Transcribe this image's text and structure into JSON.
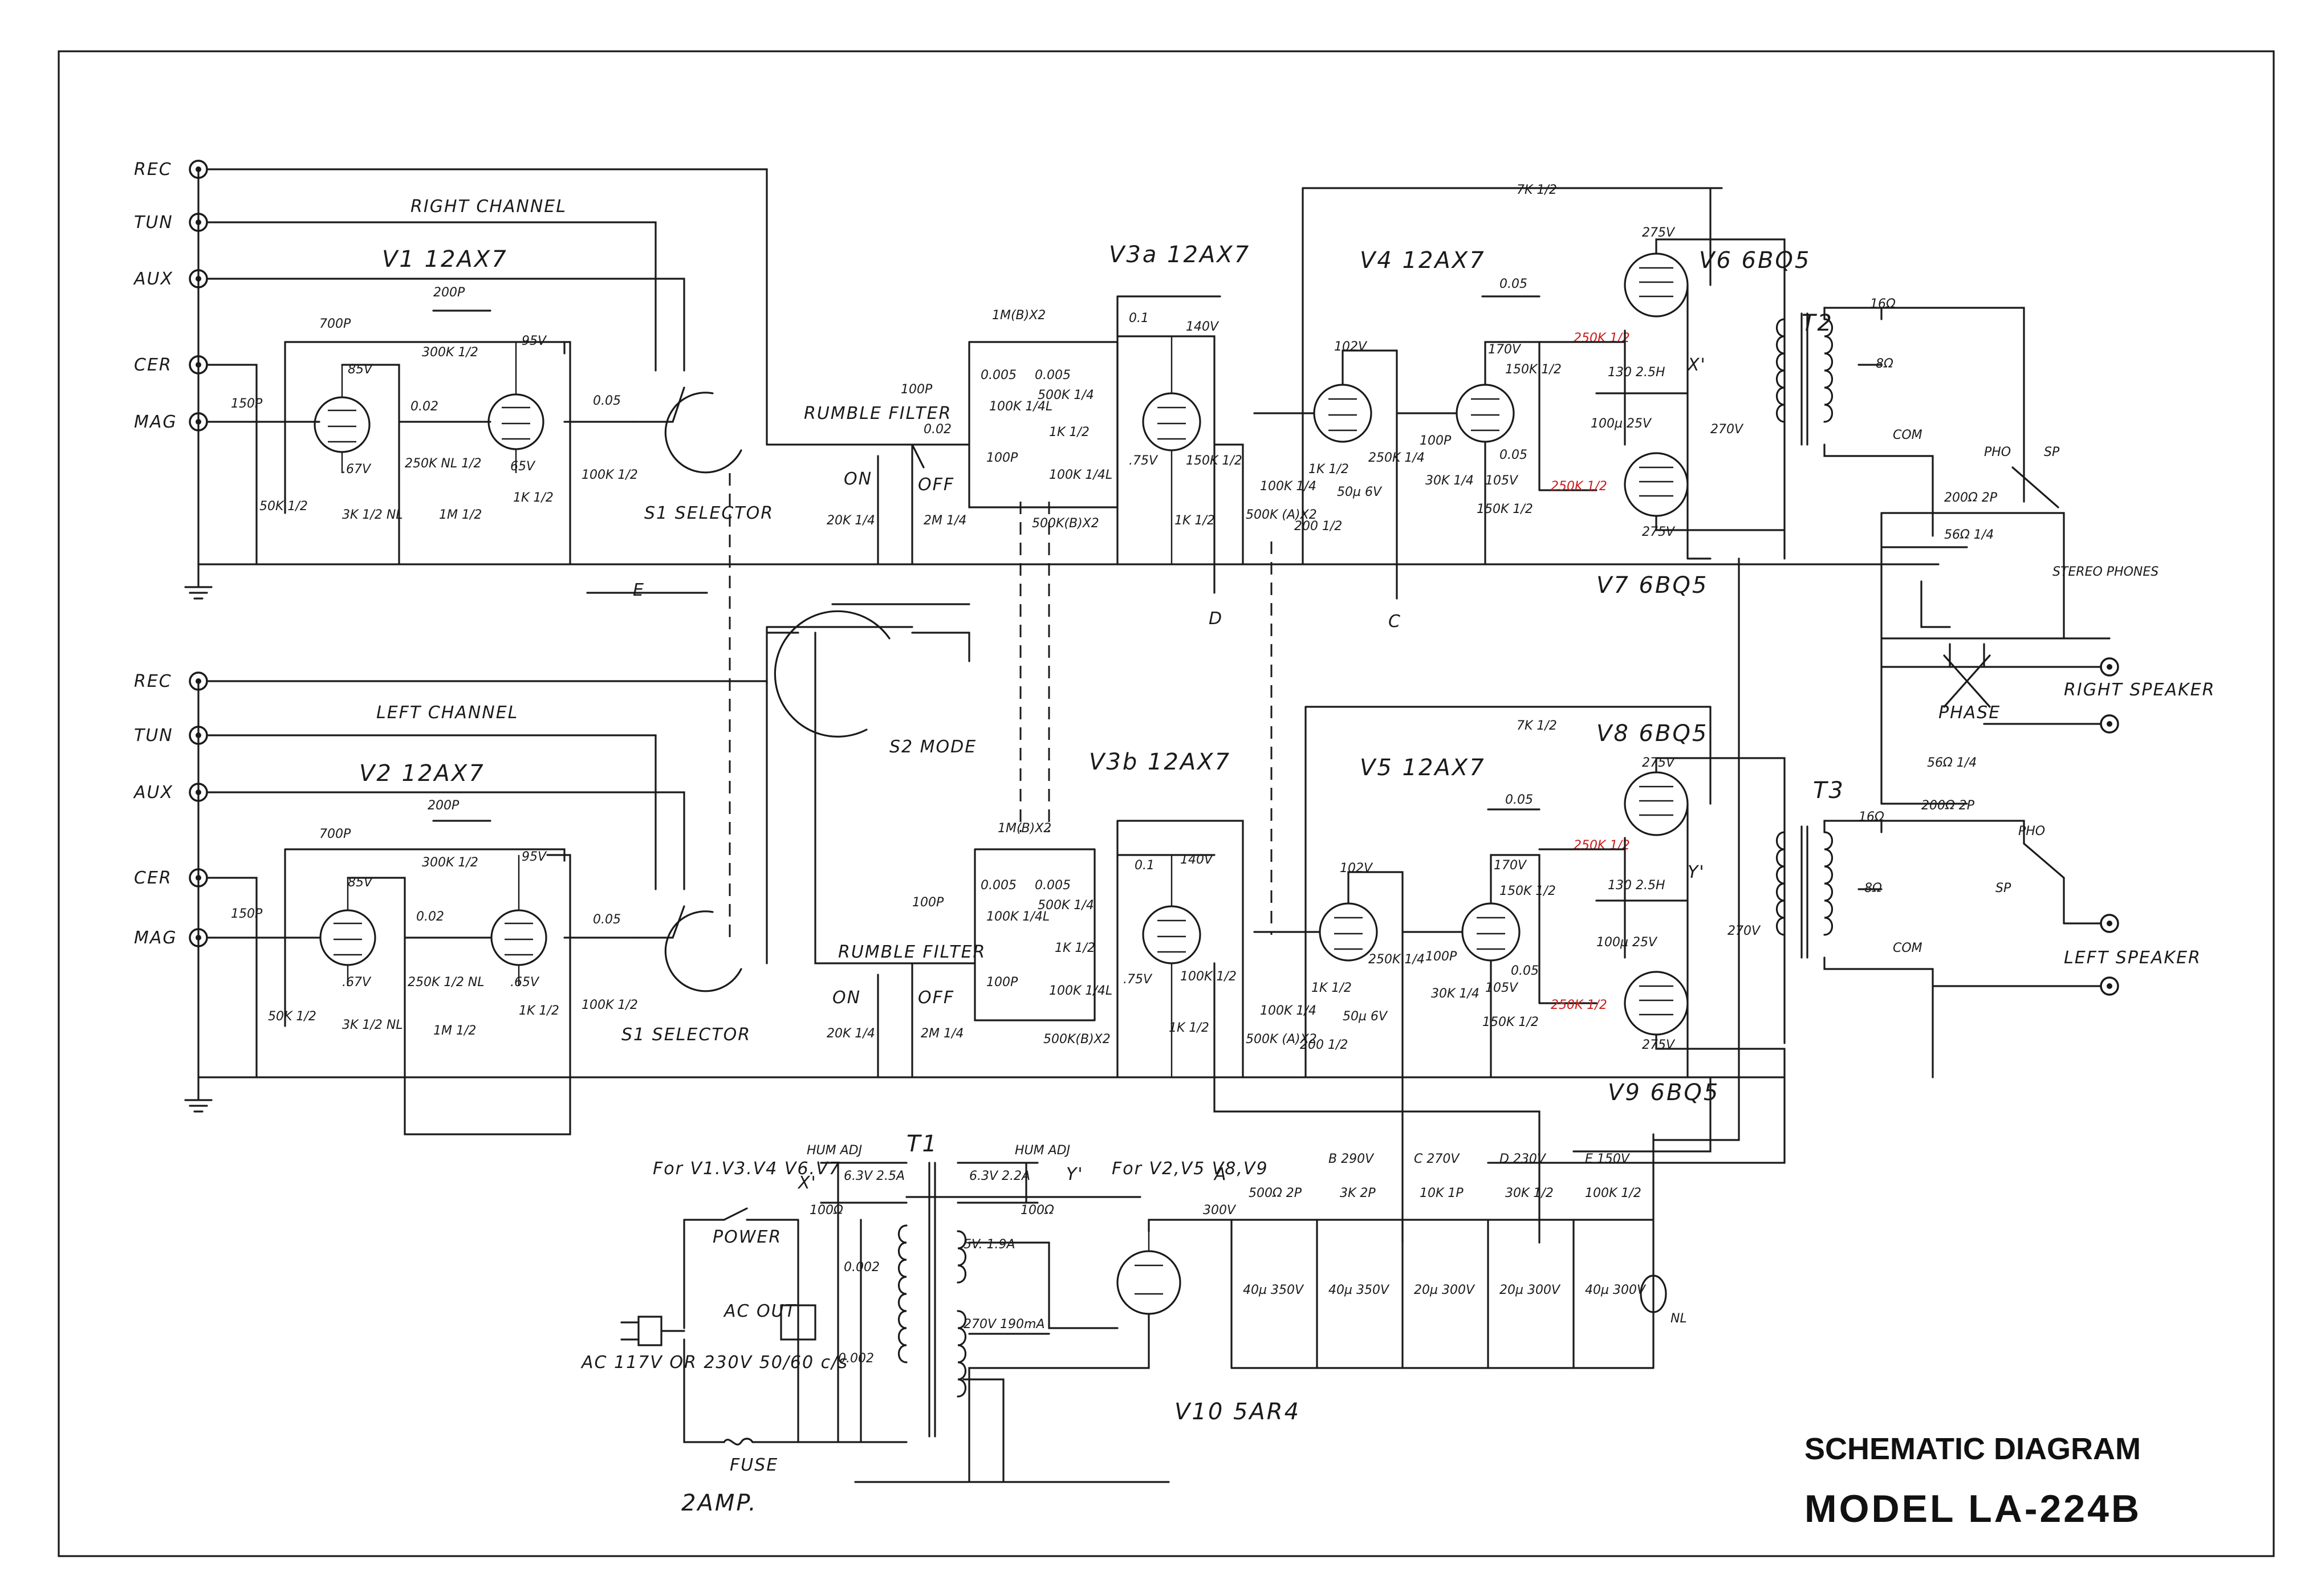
{
  "title": {
    "line1": "SCHEMATIC DIAGRAM",
    "line2": "MODEL LA-224B"
  },
  "inputs": {
    "rec": "REC",
    "tun": "TUN",
    "aux": "AUX",
    "cer": "CER",
    "mag": "MAG"
  },
  "channels": {
    "right": "RIGHT CHANNEL",
    "left": "LEFT CHANNEL"
  },
  "tubes": {
    "v1": "V1 12AX7",
    "v2": "V2 12AX7",
    "v3a": "V3a 12AX7",
    "v3b": "V3b 12AX7",
    "v4": "V4 12AX7",
    "v5": "V5 12AX7",
    "v6": "V6 6BQ5",
    "v7": "V7 6BQ5",
    "v8": "V8 6BQ5",
    "v9": "V9 6BQ5",
    "v10": "V10 5AR4"
  },
  "switches": {
    "s1_selector": "S1 SELECTOR",
    "s2_mode": "S2 MODE",
    "rumble_filter": "RUMBLE FILTER",
    "on": "ON",
    "off": "OFF",
    "phase": "PHASE"
  },
  "transformers": {
    "t1": "T1",
    "t2": "T2",
    "t3": "T3"
  },
  "outputs": {
    "tap16": "16Ω",
    "tap8": "8Ω",
    "com": "COM",
    "pho": "PHO",
    "sp": "SP",
    "stereo_phones": "STEREO PHONES",
    "right_speaker": "RIGHT SPEAKER",
    "left_speaker": "LEFT SPEAKER"
  },
  "power": {
    "for_v1": "For V1.V3.V4 V6.V7",
    "for_v2": "For V2,V5 V8,V9",
    "hum_adj": "HUM ADJ",
    "fil1": "6.3V 2.5A",
    "fil2": "6.3V 2.2A",
    "rect_fil": "5V. 1.9A",
    "ht": "270V 190mA",
    "power_switch": "POWER",
    "ac_out": "AC OUT",
    "ac_in": "AC 117V OR 230V 50/60 c/s",
    "fuse": "FUSE",
    "fuse_rating": "2AMP.",
    "nl": "NL",
    "cap_002_a": "0.002",
    "cap_002_b": "0.002",
    "r100": "100Ω",
    "b300": "300V"
  },
  "nodes": {
    "a": "A",
    "b": "B 290V",
    "c": "C 270V",
    "d": "D 230V",
    "e": "E 150V",
    "x": "X'",
    "y": "Y'",
    "c_mark": "C",
    "d_mark": "D",
    "e_mark": "E"
  },
  "filter_chain": {
    "r1": "500Ω 2P",
    "r2": "3K 2P",
    "r3": "10K 1P",
    "r4": "30K 1/2",
    "r5": "100K 1/2",
    "c1": "40µ 350V",
    "c2": "40µ 350V",
    "c3": "20µ 300V",
    "c4": "20µ 300V",
    "c5": "40µ 300V"
  },
  "components_right": {
    "c700p": "700P",
    "c200p": "200P",
    "r300k": "300K 1/2",
    "c150p": "150P",
    "r50k": "50K 1/2",
    "r3k": "3K 1/2 NL",
    "v85": "85V",
    "v67": ".67V",
    "c002": "0.02",
    "r250k": "250K NL 1/2",
    "r1m": "1M 1/2",
    "v95": "95V",
    "v65": "65V",
    "r1k": "1K 1/2",
    "c005": "0.05",
    "r100k": "100K 1/2",
    "rumble_c002": "0.02",
    "rumble_c100p": "100P",
    "r20k": "20K 1/4",
    "r2m": "2M 1/4",
    "tone_1m": "1M(B)X2",
    "tone_0005a": "0.005",
    "tone_0005b": "0.005",
    "tone_500k": "500K 1/4",
    "tone_100k": "100K 1/4L",
    "tone_1k": "1K 1/2",
    "tone_100k2": "100K 1/4L",
    "tone_100p": "100P",
    "tone_500kb": "500K(B)X2",
    "v3_c01": "0.1",
    "v3_140": "140V",
    "v3_075": ".75V",
    "v3_1k": "1K 1/2",
    "v3_150k": "150K 1/2",
    "bal_100k": "100K 1/4",
    "bal_500k": "500K (A)X2",
    "fb_7k": "7K 1/2",
    "v4_102": "102V",
    "v4_005": "0.05",
    "v4_170": "170V",
    "v4_1k": "1K 1/2",
    "v4_50u": "50µ 6V",
    "v4_200": "200 1/2",
    "v4_250k": "250K 1/4",
    "v4_100p": "100P",
    "v4_30k": "30K 1/4",
    "v4_105": "105V",
    "v4_150k": "150K 1/2",
    "v4_150k2": "150K 1/2",
    "v4_005b": "0.05",
    "red_250k_a": "250K 1/2",
    "red_250k_b": "250K 1/2",
    "v6_275": "275V",
    "v6_130": "130 2.5H",
    "v6_100u": "100µ 25V",
    "v7_275": "275V",
    "r200_2p": "200Ω 2P",
    "r56": "56Ω 1/4",
    "v_270": "270V"
  },
  "components_left": {
    "c700p": "700P",
    "c200p": "200P",
    "r300k": "300K 1/2",
    "c150p": "150P",
    "r50k": "50K 1/2",
    "r3k": "3K 1/2 NL",
    "v85": "85V",
    "v67": ".67V",
    "c002": "0.02",
    "r250k": "250K 1/2 NL",
    "r1m": "1M 1/2",
    "v95": "95V",
    "v65": ".65V",
    "r1k": "1K 1/2",
    "c005": "0.05",
    "r100k": "100K 1/2",
    "rumble_c100p": "100P",
    "r20k": "20K 1/4",
    "r2m": "2M 1/4",
    "tone_1m": "1M(B)X2",
    "tone_0005a": "0.005",
    "tone_0005b": "0.005",
    "tone_500k": "500K 1/4",
    "tone_100k": "100K 1/4L",
    "tone_1k": "1K 1/2",
    "tone_100k2": "100K 1/4L",
    "tone_100p": "100P",
    "tone_500kb": "500K(B)X2",
    "v3_c01": "0.1",
    "v3_140": "140V",
    "v3_075": ".75V",
    "v3_1k": "1K 1/2",
    "v3_100k": "100K 1/2",
    "bal_100k": "100K 1/4",
    "bal_500k": "500K (A)X2",
    "fb_7k": "7K 1/2",
    "v5_102": "102V",
    "v5_005": "0.05",
    "v5_170": "170V",
    "v5_1k": "1K 1/2",
    "v5_50u": "50µ 6V",
    "v5_200": "200 1/2",
    "v5_250k": "250K 1/4",
    "v5_100p": "100P",
    "v5_30k": "30K 1/4",
    "v5_105": "105V",
    "v5_150k": "150K 1/2",
    "v5_150k2": "150K 1/2",
    "v5_005b": "0.05",
    "red_250k_a": "250K 1/2",
    "red_250k_b": "250K 1/2",
    "v8_275": "275V",
    "v8_130": "130 2.5H",
    "v8_100u": "100µ 25V",
    "v9_275": "275V",
    "r200_2p": "200Ω 2P",
    "r56": "56Ω 1/4",
    "v_270": "270V"
  },
  "colors": {
    "ink": "#1a1a1a",
    "annotation_red": "#cc1a1a",
    "paper": "#ffffff"
  }
}
